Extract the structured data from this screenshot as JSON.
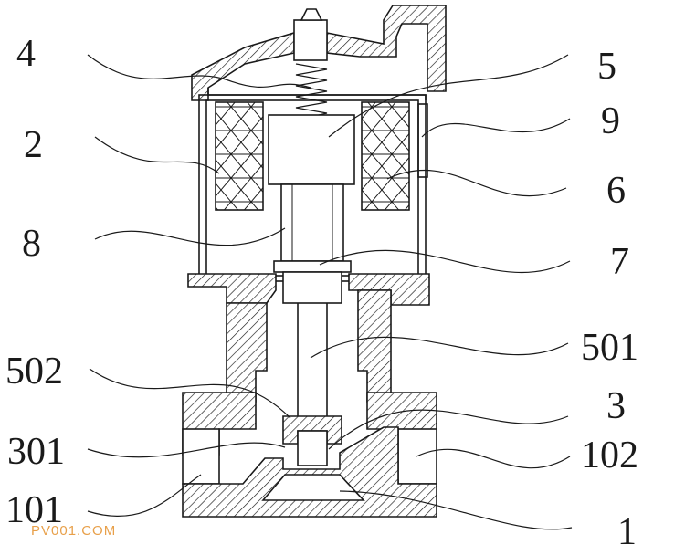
{
  "labels": {
    "l4": "4",
    "l2": "2",
    "l8": "8",
    "l502": "502",
    "l301": "301",
    "l101": "101",
    "l5": "5",
    "l9": "9",
    "l6": "6",
    "l7": "7",
    "l501": "501",
    "l3": "3",
    "l102": "102",
    "l1": "1"
  },
  "watermark": "PV001.COM"
}
